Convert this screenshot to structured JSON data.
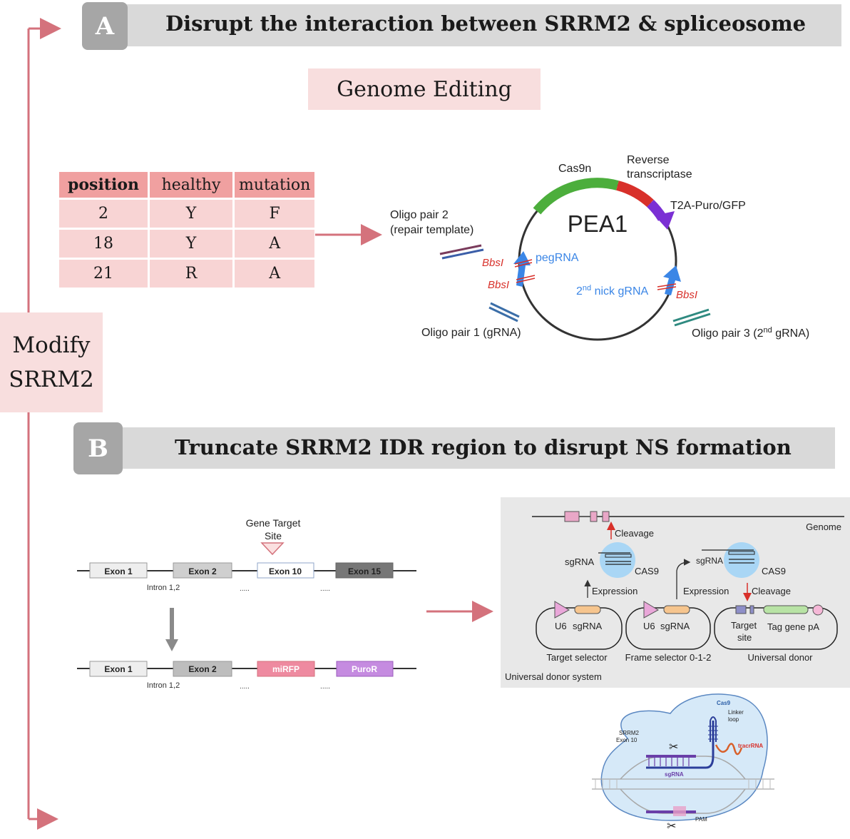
{
  "section_a": {
    "letter": "A",
    "title": "Disrupt the interaction between SRRM2 & spliceosome",
    "subtitle": "Genome Editing"
  },
  "section_b": {
    "letter": "B",
    "title": "Truncate SRRM2 IDR region to disrupt NS formation"
  },
  "side_label": {
    "line1": "Modify",
    "line2": "SRRM2"
  },
  "mutation_table": {
    "headers": [
      "position",
      "healthy",
      "mutation"
    ],
    "rows": [
      [
        "2",
        "Y",
        "F"
      ],
      [
        "18",
        "Y",
        "A"
      ],
      [
        "21",
        "R",
        "A"
      ]
    ]
  },
  "plasmid": {
    "name": "PEA1",
    "cas9n": "Cas9n",
    "rt_line1": "Reverse",
    "rt_line2": "transcriptase",
    "t2a": "T2A-Puro/GFP",
    "pegrna": "pegRNA",
    "nick_pre": "2",
    "nick_sup": "nd",
    "nick_post": " nick gRNA",
    "bbsi": "BbsI",
    "oligo2_line1": "Oligo pair 2",
    "oligo2_line2": "(repair template)",
    "oligo1": "Oligo pair 1 (gRNA)",
    "oligo3_pre": "Oligo pair 3 (2",
    "oligo3_sup": "nd",
    "oligo3_post": " gRNA)"
  },
  "gene_map": {
    "target_line1": "Gene Target",
    "target_line2": "Site",
    "top_exons": [
      "Exon 1",
      "Exon 2",
      "Exon 10",
      "Exon 15"
    ],
    "bottom_exons": [
      "Exon 1",
      "Exon 2",
      "miRFP",
      "PuroR"
    ],
    "intron": "Intron 1,2",
    "dots": "....."
  },
  "donor_system": {
    "genome": "Genome",
    "cleavage": "Cleavage",
    "sgrna": "sgRNA",
    "cas9": "CAS9",
    "expression": "Expression",
    "u6": "U6",
    "target_selector": "Target selector",
    "frame_selector": "Frame selector 0-1-2",
    "universal_donor": "Universal donor",
    "target": "Target",
    "site": "site",
    "tag_gene": "Tag gene pA",
    "caption": "Universal donor system"
  },
  "cas9_complex": {
    "cas9": "Cas9",
    "linker1": "Linker",
    "linker2": "loop",
    "srrm2_1": "SRRM2",
    "srrm2_2": "Exon 10",
    "tracrrna": "tracrRNA",
    "sgrna": "sgRNA",
    "pam": "PAM"
  },
  "colors": {
    "pink_arrow": "#d4727c",
    "cas9n_green": "#4cae3c",
    "rt_red": "#d8302a",
    "t2a_purple": "#7b2fd4",
    "grna_blue": "#3b86e6",
    "mirfp": "#ee8aa0",
    "puror": "#c58be0"
  }
}
